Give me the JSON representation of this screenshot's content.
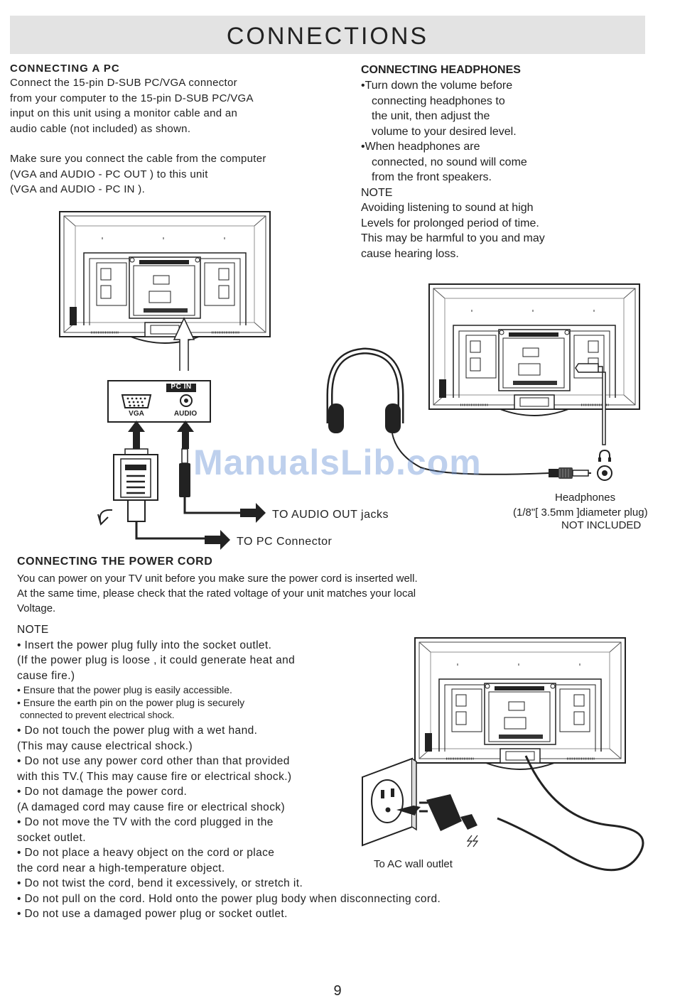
{
  "header": {
    "title": "CONNECTIONS"
  },
  "pc_section": {
    "heading": "CONNECTING A PC",
    "para1": [
      "Connect the 15-pin D-SUB PC/VGA connector",
      "from your computer to the 15-pin D-SUB PC/VGA",
      "input on this unit using a monitor cable and an",
      "audio cable (not included) as shown."
    ],
    "para2": [
      "Make sure you connect the cable from the computer",
      "(VGA  and  AUDIO - PC OUT  ) to this unit",
      "(VGA  and AUDIO - PC IN   )."
    ],
    "panel_label": "PC IN",
    "vga_label": "VGA",
    "audio_label": "AUDIO",
    "to_audio_label": "TO AUDIO OUT jacks",
    "to_pc_label": "TO PC Connector"
  },
  "headphones_section": {
    "heading": "CONNECTING HEADPHONES",
    "bullet1": [
      "•Turn down the volume before",
      "connecting headphones to",
      "the unit, then adjust the",
      "volume to your desired level."
    ],
    "bullet2": [
      "•When headphones are",
      "connected, no sound will come",
      "from the front speakers."
    ],
    "note_label": "NOTE",
    "note": [
      "Avoiding listening to sound at high",
      "Levels for prolonged period of time.",
      "This may be harmful to you and may",
      "cause hearing loss."
    ],
    "caption_title": "Headphones",
    "caption_spec": "(1/8\"[ 3.5mm ]diameter plug)",
    "caption_note": "NOT INCLUDED"
  },
  "watermark": "ManualsLib.com",
  "power_section": {
    "heading": "CONNECTING THE POWER CORD",
    "intro": [
      "You can power on your TV unit before you make sure the power cord is inserted well.",
      "At the same time, please check that the rated voltage of your unit matches your local",
      "Voltage."
    ],
    "note_label": "NOTE",
    "n1": [
      "• Insert the power plug fully into the socket outlet.",
      "(If the power plug is loose , it could generate heat and",
      "cause fire.)"
    ],
    "n2": [
      "•  Ensure that the power plug is easily accessible.",
      "•  Ensure the earth pin on the power plug is securely"
    ],
    "n2b": "connected to prevent electrical shock.",
    "n3": [
      "• Do not touch the power plug with a wet hand.",
      "(This may cause electrical shock.)",
      "• Do not use any power cord other than that provided",
      "with this TV.(  This may cause fire or electrical shock.)",
      "• Do not damage the power cord.",
      "(A damaged cord may cause fire or electrical shock)",
      "• Do not move the TV with the cord plugged in the",
      "socket outlet.",
      "• Do not place a heavy object on the cord or place",
      "the cord near a high-temperature object.",
      "• Do not twist the cord, bend it excessively, or stretch it.",
      "• Do not pull on the cord. Hold onto the power plug body when disconnecting cord.",
      "• Do not use a damaged power plug or socket outlet."
    ],
    "wall_label": "To  AC  wall  outlet"
  },
  "page_number": "9"
}
